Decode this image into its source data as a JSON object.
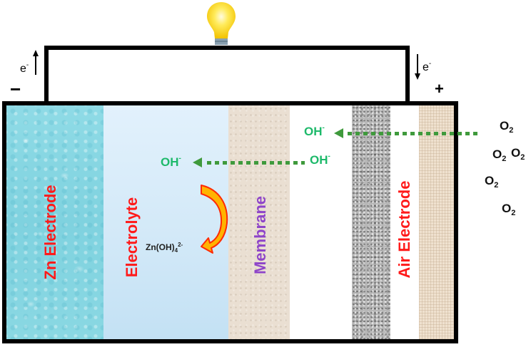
{
  "title": "Zinc-air battery schematic",
  "circuit": {
    "negative_terminal": "−",
    "positive_terminal": "+",
    "electron_left": {
      "base": "e",
      "sup": "-",
      "direction": "up"
    },
    "electron_right": {
      "base": "e",
      "sup": "-",
      "direction": "down"
    },
    "load": "light-bulb"
  },
  "layers": [
    {
      "id": "zn",
      "label": "Zn Electrode",
      "label_color": "#ff1a1a"
    },
    {
      "id": "electrolyte",
      "label": "Electrolyte",
      "label_color": "#ff1a1a"
    },
    {
      "id": "membrane",
      "label": "Membrane",
      "label_color": "#8e44c9"
    },
    {
      "id": "air",
      "label": "Air Electrode",
      "label_color": "#ff1a1a"
    }
  ],
  "ions": {
    "oh_top": {
      "base": "OH",
      "sup": "-"
    },
    "oh_mid_right": {
      "base": "OH",
      "sup": "-"
    },
    "oh_mid_left": {
      "base": "OH",
      "sup": "-"
    },
    "zincate": {
      "base": "Zn(OH)",
      "sub": "4",
      "sup": "2-"
    }
  },
  "oxygen": [
    {
      "base": "O",
      "sub": "2"
    },
    {
      "base": "O",
      "sub": "2"
    },
    {
      "base": "O",
      "sub": "2"
    },
    {
      "base": "O",
      "sub": "2"
    },
    {
      "base": "O",
      "sub": "2"
    }
  ],
  "colors": {
    "ion_text": "#1db96a",
    "flow_arrow": "#3f9a3c",
    "reaction_arrow_fill": "#ffb300",
    "reaction_arrow_stroke": "#ff2a00"
  }
}
